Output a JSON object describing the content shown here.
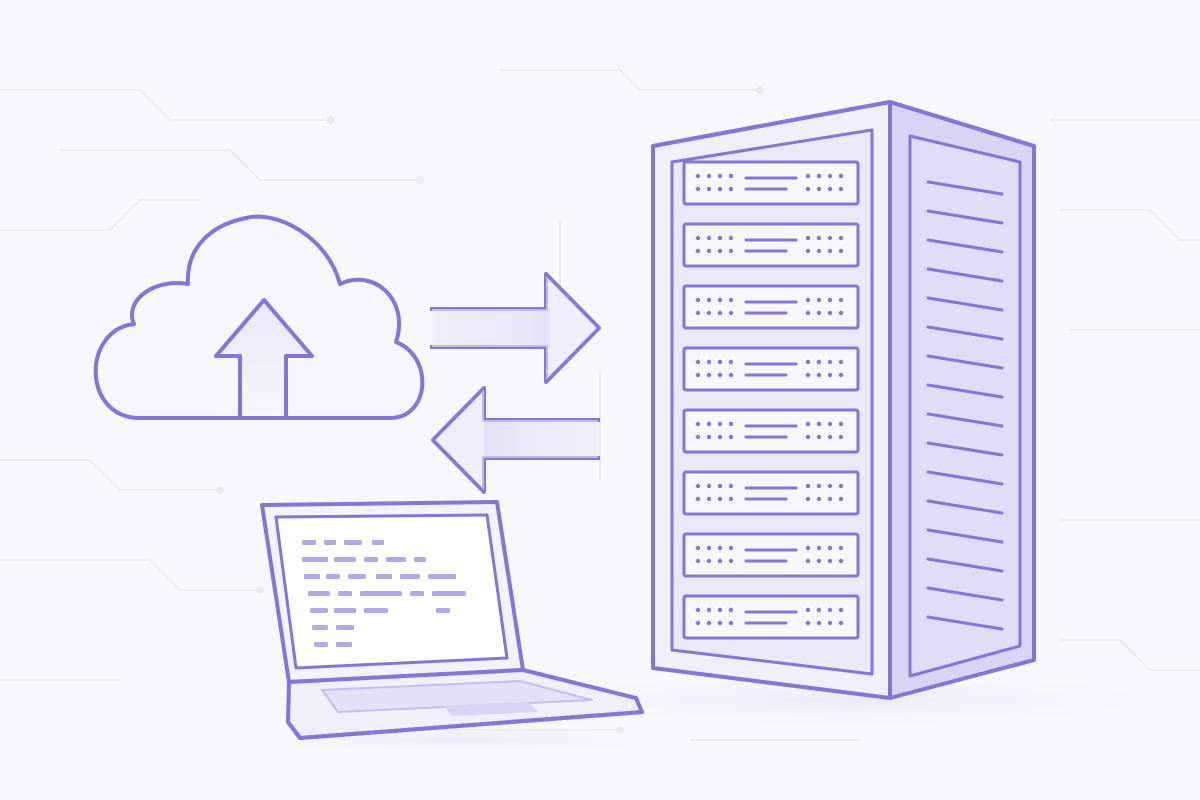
{
  "colors": {
    "background": "#f8f7fc",
    "stroke": "#8474dc",
    "fill_light": "#f1effb",
    "fill_mid": "#e4e0f7",
    "fill_side": "#d9d3f4",
    "accent_soft": "#b3a9ea",
    "circuit": "#ebe9f5"
  },
  "icons": {
    "cloud": "cloud-upload-icon",
    "outgoing_arrow": "arrow-right-icon",
    "incoming_arrow": "arrow-left-icon",
    "laptop": "laptop-icon",
    "server": "server-rack-icon"
  },
  "server": {
    "drive_bays": 8,
    "side_vents": 16
  },
  "laptop": {
    "code_lines": 7
  }
}
